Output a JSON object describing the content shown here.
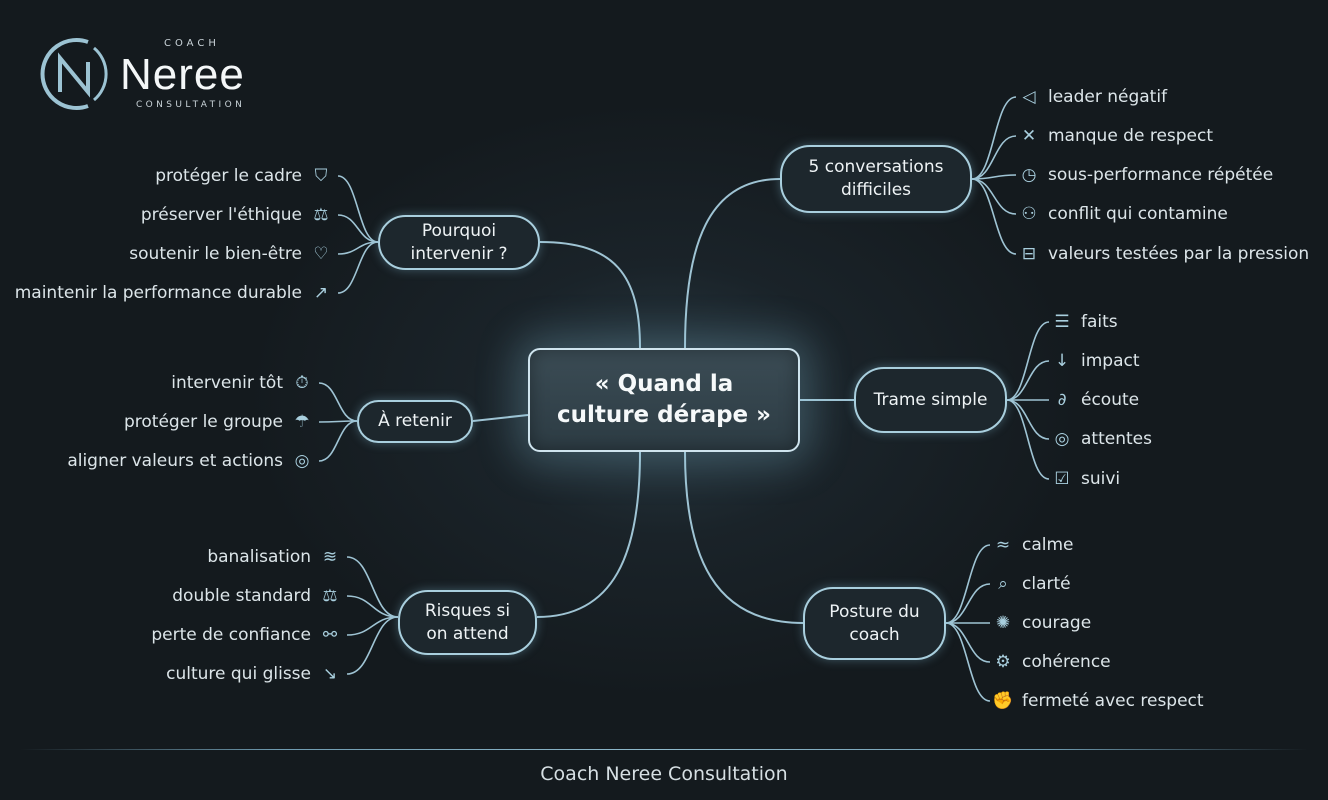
{
  "logo": {
    "coach": "COACH",
    "name": "Neree",
    "consultation": "CONSULTATION"
  },
  "center": "« Quand la culture dérape »",
  "branches": {
    "pourquoi": {
      "label": "Pourquoi intervenir ?",
      "leaves": [
        {
          "text": "protéger le cadre",
          "icon": "shield-icon"
        },
        {
          "text": "préserver l'éthique",
          "icon": "scale-icon"
        },
        {
          "text": "soutenir le bien-être",
          "icon": "heart-icon"
        },
        {
          "text": "maintenir la performance durable",
          "icon": "chart-up-icon"
        }
      ]
    },
    "retenir": {
      "label": "À retenir",
      "leaves": [
        {
          "text": "intervenir tôt",
          "icon": "stopwatch-icon"
        },
        {
          "text": "protéger le groupe",
          "icon": "umbrella-icon"
        },
        {
          "text": "aligner valeurs et actions",
          "icon": "compass-icon"
        }
      ]
    },
    "risques": {
      "label": "Risques si on attend",
      "leaves": [
        {
          "text": "banalisation",
          "icon": "waves-icon"
        },
        {
          "text": "double standard",
          "icon": "scale-icon"
        },
        {
          "text": "perte de confiance",
          "icon": "broken-link-icon"
        },
        {
          "text": "culture qui glisse",
          "icon": "chart-down-icon"
        }
      ]
    },
    "conversations": {
      "label": "5 conversations difficiles",
      "leaves": [
        {
          "text": "leader négatif",
          "icon": "megaphone-icon"
        },
        {
          "text": "manque de respect",
          "icon": "cross-icon"
        },
        {
          "text": "sous-performance répétée",
          "icon": "clock-icon"
        },
        {
          "text": "conflit qui contamine",
          "icon": "people-conflict-icon"
        },
        {
          "text": "valeurs testées par la pression",
          "icon": "dumbbell-icon"
        }
      ]
    },
    "trame": {
      "label": "Trame simple",
      "leaves": [
        {
          "text": "faits",
          "icon": "list-icon"
        },
        {
          "text": "impact",
          "icon": "arrow-down-icon"
        },
        {
          "text": "écoute",
          "icon": "ear-icon"
        },
        {
          "text": "attentes",
          "icon": "target-icon"
        },
        {
          "text": "suivi",
          "icon": "checklist-icon"
        }
      ]
    },
    "posture": {
      "label": "Posture du coach",
      "leaves": [
        {
          "text": "calme",
          "icon": "wave-icon"
        },
        {
          "text": "clarté",
          "icon": "magnifier-icon"
        },
        {
          "text": "courage",
          "icon": "lion-icon"
        },
        {
          "text": "cohérence",
          "icon": "gears-icon"
        },
        {
          "text": "fermeté avec respect",
          "icon": "fist-icon"
        }
      ]
    }
  },
  "footer": "Coach Neree Consultation",
  "colors": {
    "line": "#9fc4d4",
    "background": "#161d22",
    "text": "#e3eaee"
  }
}
